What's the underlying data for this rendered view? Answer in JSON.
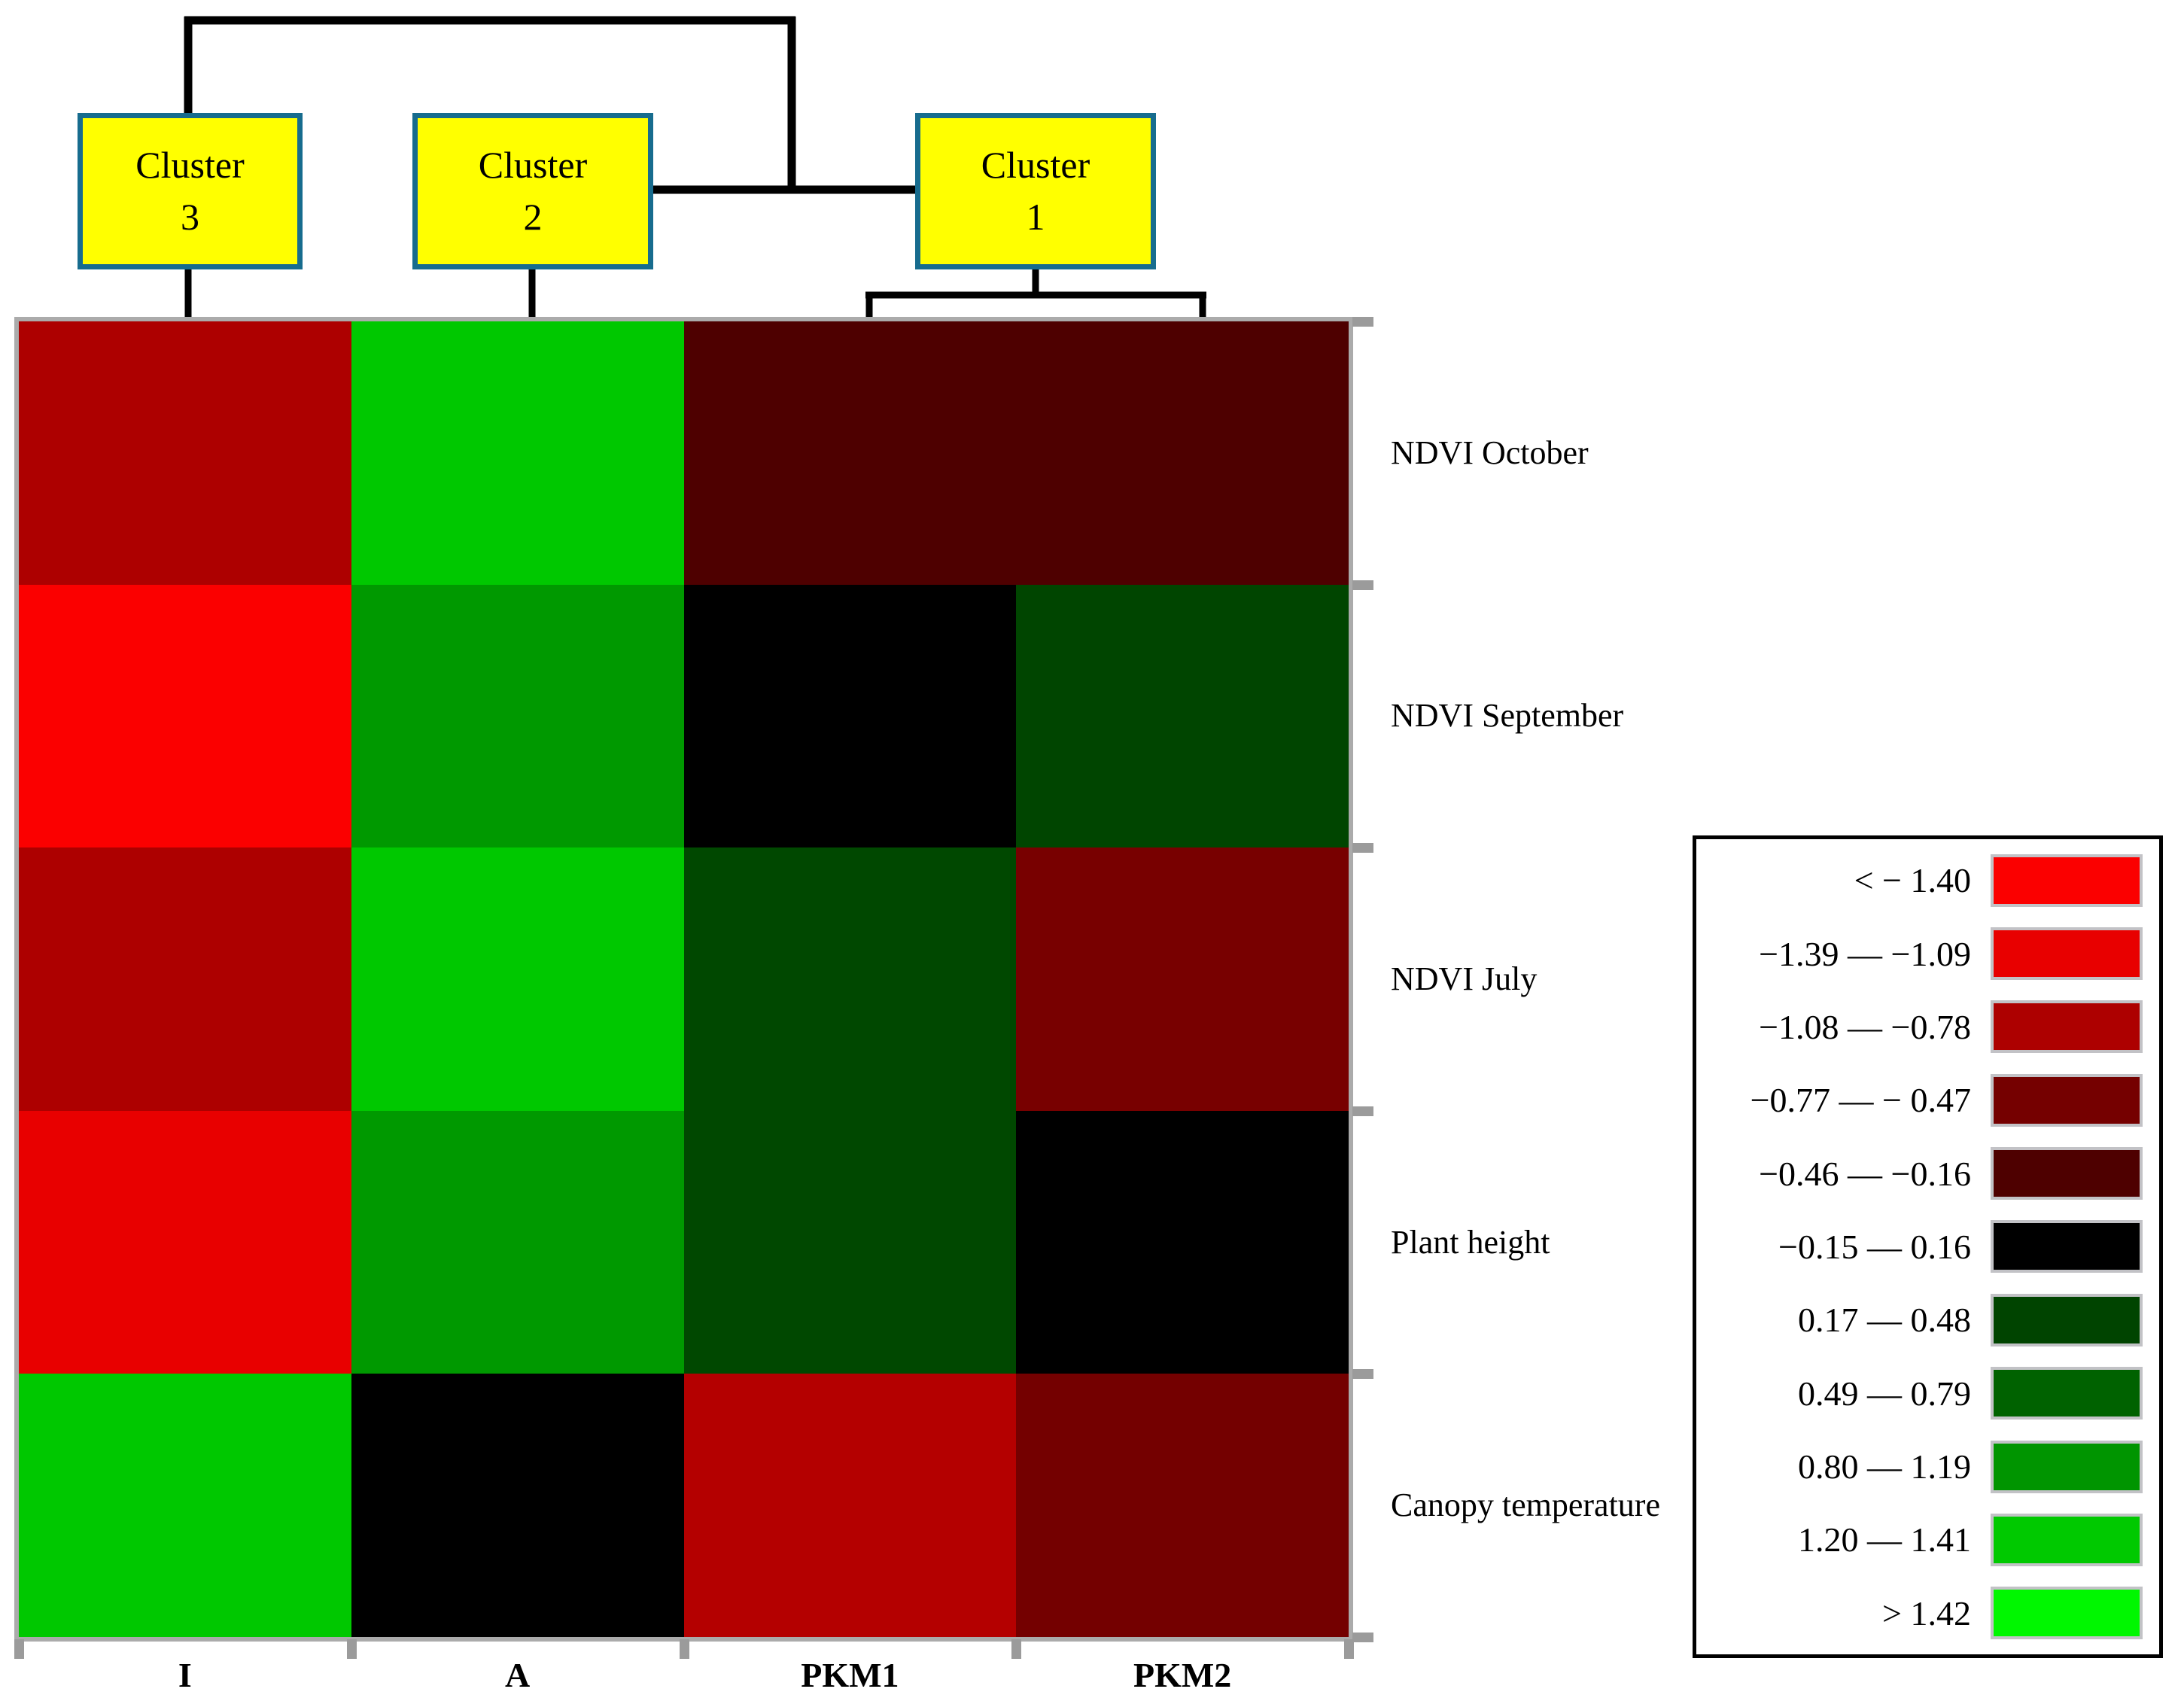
{
  "clusters": [
    {
      "line1": "Cluster",
      "line2": "3"
    },
    {
      "line1": "Cluster",
      "line2": "2"
    },
    {
      "line1": "Cluster",
      "line2": "1"
    }
  ],
  "heatmap": {
    "row_labels": [
      "NDVI October",
      "NDVI September",
      "NDVI July",
      "Plant height",
      "Canopy temperature"
    ],
    "col_labels": [
      "I",
      "A",
      "PKM1",
      "PKM2"
    ],
    "cell_colors": [
      [
        "#AD0000",
        "#00C800",
        "#4E0000",
        "#4E0000"
      ],
      [
        "#FB0000",
        "#009900",
        "#000000",
        "#004500"
      ],
      [
        "#AD0000",
        "#00C800",
        "#004800",
        "#780000"
      ],
      [
        "#E80000",
        "#009900",
        "#004800",
        "#000000"
      ],
      [
        "#00C800",
        "#000000",
        "#B40000",
        "#740000"
      ]
    ]
  },
  "legend": {
    "entries": [
      {
        "label": "< − 1.40",
        "color": "#FB0000"
      },
      {
        "label": "−1.39 — −1.09",
        "color": "#E80000"
      },
      {
        "label": "−1.08 — −0.78",
        "color": "#AD0000"
      },
      {
        "label": "−0.77 — − 0.47",
        "color": "#750000"
      },
      {
        "label": "−0.46 — −0.16",
        "color": "#4E0000"
      },
      {
        "label": "−0.15 — 0.16",
        "color": "#000000"
      },
      {
        "label": "0.17 — 0.48",
        "color": "#004400"
      },
      {
        "label": "0.49 — 0.79",
        "color": "#006200"
      },
      {
        "label": "0.80 — 1.19",
        "color": "#009500"
      },
      {
        "label": "1.20 — 1.41",
        "color": "#00C900"
      },
      {
        "label": "> 1.42",
        "color": "#00F700"
      }
    ]
  },
  "chart_data": {
    "type": "heatmap",
    "columns": [
      "I",
      "A",
      "PKM1",
      "PKM2"
    ],
    "rows": [
      "NDVI October",
      "NDVI September",
      "NDVI July",
      "Plant height",
      "Canopy temperature"
    ],
    "cell_bins": [
      [
        "−1.08 — −0.78",
        "1.20 — 1.41",
        "−0.46 — −0.16",
        "−0.46 — −0.16"
      ],
      [
        "< − 1.40",
        "0.80 — 1.19",
        "−0.15 — 0.16",
        "0.17 — 0.48"
      ],
      [
        "−1.08 — −0.78",
        "1.20 — 1.41",
        "0.17 — 0.48",
        "−0.77 — − 0.47"
      ],
      [
        "−1.39 — −1.09",
        "0.80 — 1.19",
        "0.17 — 0.48",
        "−0.15 — 0.16"
      ],
      [
        "1.20 — 1.41",
        "−0.15 — 0.16",
        "−1.08 — −0.78",
        "−0.77 — − 0.47"
      ]
    ],
    "clusters": {
      "Cluster 3": [
        "I"
      ],
      "Cluster 2": [
        "A"
      ],
      "Cluster 1": [
        "PKM1",
        "PKM2"
      ]
    },
    "legend_bins": [
      "< − 1.40",
      "−1.39 — −1.09",
      "−1.08 — −0.78",
      "−0.77 — − 0.47",
      "−0.46 — −0.16",
      "−0.15 — 0.16",
      "0.17 — 0.48",
      "0.49 — 0.79",
      "0.80 — 1.19",
      "1.20 — 1.41",
      "> 1.42"
    ],
    "legend_colors": [
      "#FB0000",
      "#E80000",
      "#AD0000",
      "#750000",
      "#4E0000",
      "#000000",
      "#004400",
      "#006200",
      "#009500",
      "#00C900",
      "#00F700"
    ],
    "legend_position": "right",
    "colorscale": "red-black-green"
  }
}
